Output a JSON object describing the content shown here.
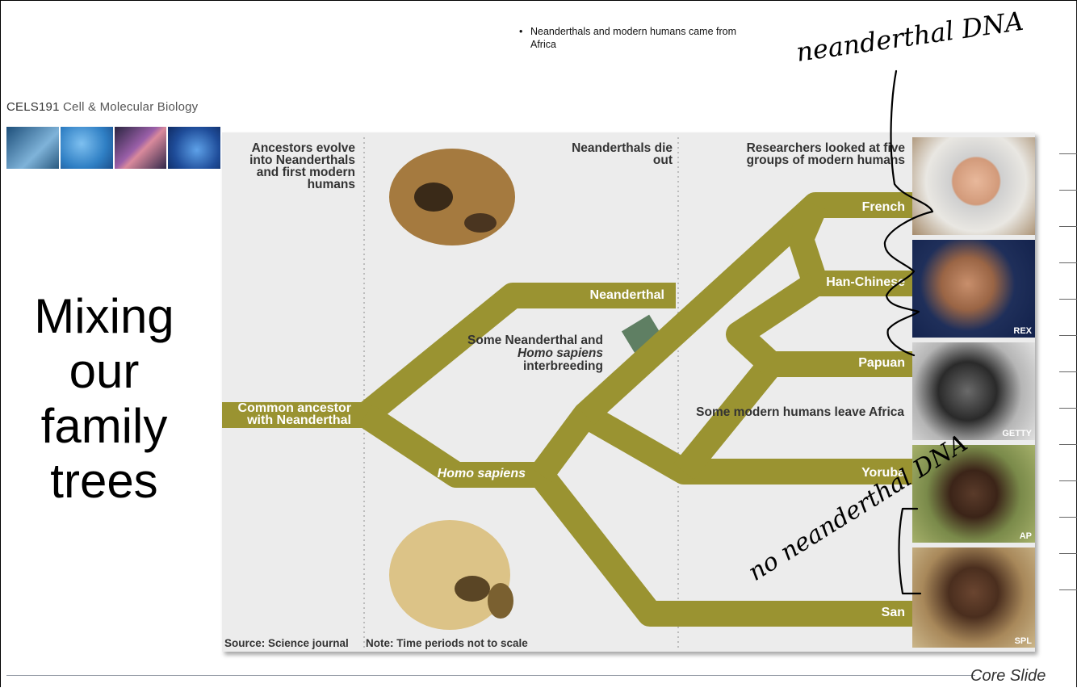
{
  "slide": {
    "bullet": "Neanderthals and modern humans came from Africa",
    "bullet_marker": "•",
    "course_code": "CELS191",
    "course_name": "Cell & Molecular Biology",
    "title_lines": [
      "Mixing",
      "our",
      "family",
      "trees"
    ],
    "footer": "Core Slide"
  },
  "figure": {
    "col_headers": {
      "left": "Ancestors evolve into Neanderthals and first modern humans",
      "middle": "Neanderthals die out",
      "right": "Researchers looked at five groups of modern humans"
    },
    "branches": {
      "common": "Common ancestor with Neanderthal",
      "neanderthal": "Neanderthal",
      "sapiens": "Homo sapiens",
      "interbreeding_prefix": "Some Neanderthal and",
      "interbreeding_italic": "Homo sapiens",
      "interbreeding_suffix": "interbreeding",
      "leave_africa": "Some modern humans leave Africa"
    },
    "groups": [
      "French",
      "Han-Chinese",
      "Papuan",
      "Yoruba",
      "San"
    ],
    "credits": [
      "",
      "REX",
      "GETTY",
      "AP",
      "SPL"
    ],
    "source": "Source: Science journal",
    "note": "Note: Time periods not to scale",
    "colors": {
      "branch": "#9a9331",
      "interbreed": "#5f7f63",
      "panel": "#ececec"
    }
  },
  "annotations": {
    "top": "neanderthal DNA",
    "bottom": "no neanderthal DNA"
  }
}
